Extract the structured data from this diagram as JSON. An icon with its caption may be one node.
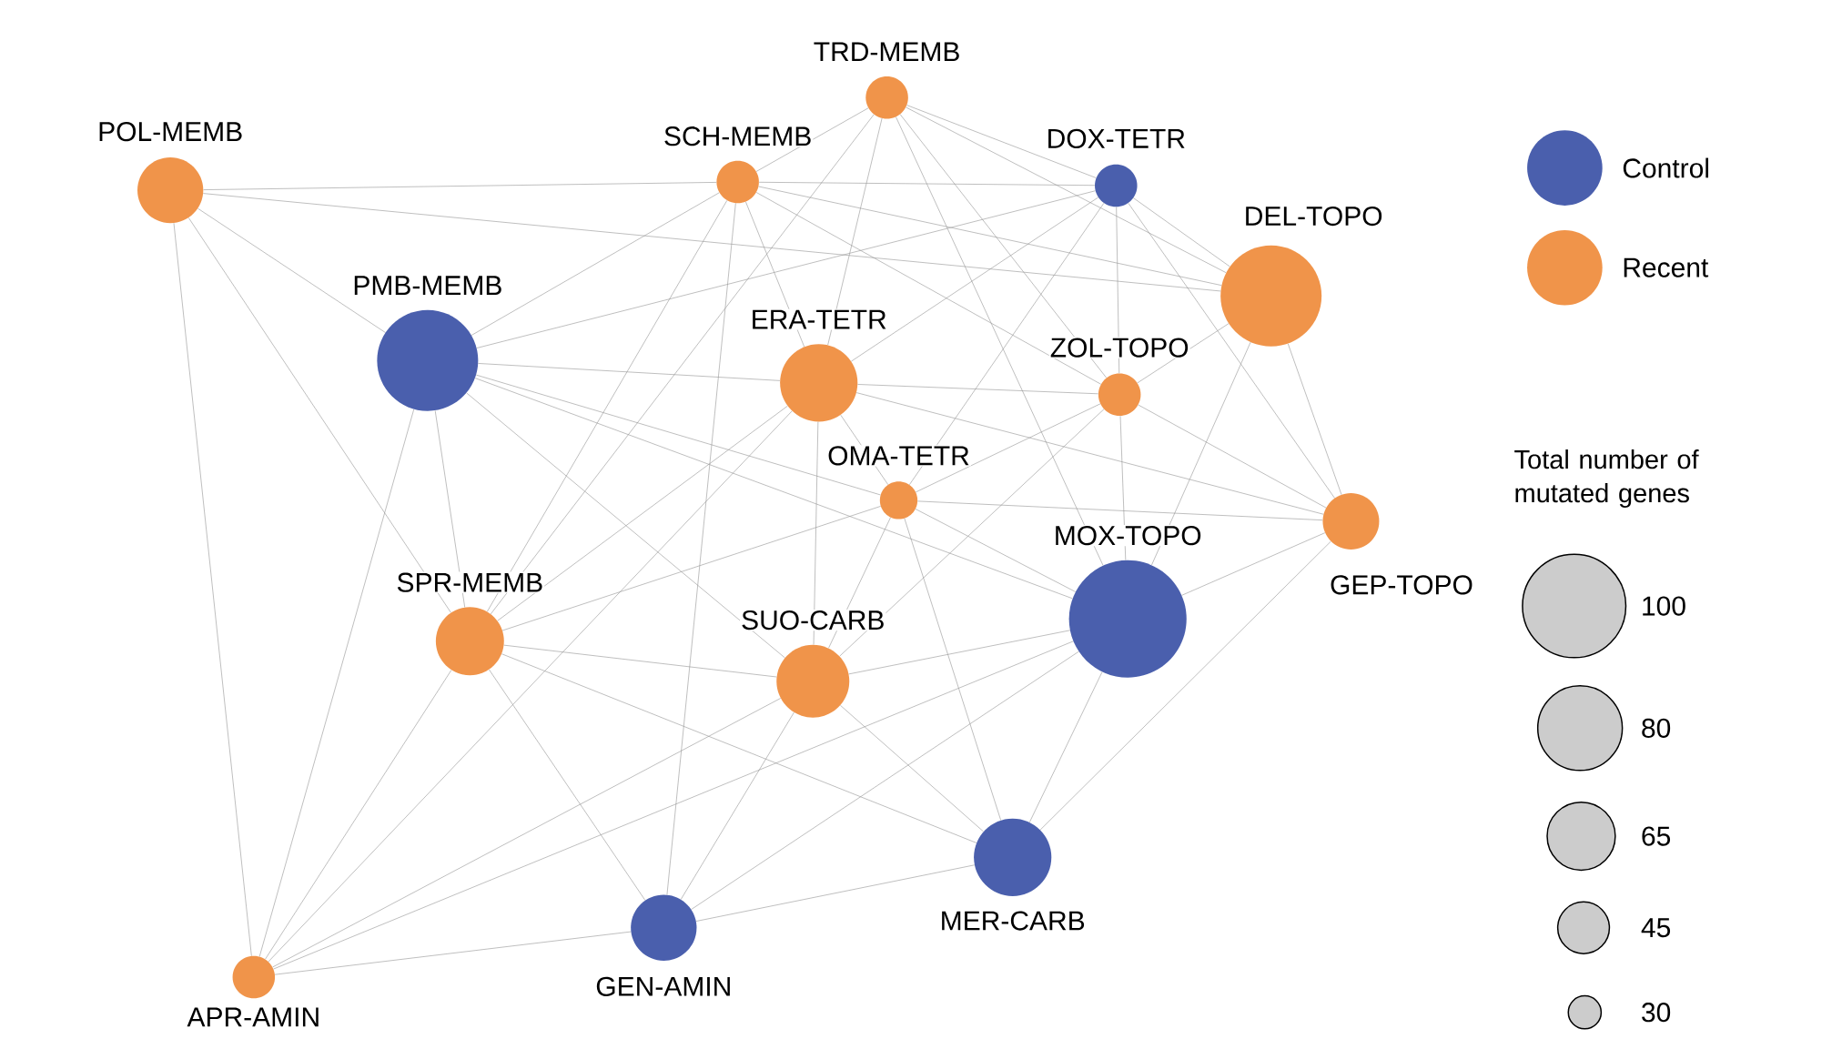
{
  "diagram": {
    "nodes": [
      {
        "text": [
          "TRD-MEMB"
        ]
      },
      {
        "text": [
          "POL-MEMB"
        ]
      },
      {
        "text": [
          "SCH-MEMB"
        ]
      },
      {
        "text": [
          "DOX-TETR"
        ]
      },
      {
        "text": [
          "DEL-TOPO"
        ]
      },
      {
        "text": [
          "PMB-MEMB"
        ]
      },
      {
        "text": [
          "ERA-TETR"
        ]
      },
      {
        "text": [
          "ZOL-TOPO"
        ]
      },
      {
        "text": [
          "OMA-TETR"
        ]
      },
      {
        "text": [
          "GEP-TOPO"
        ]
      },
      {
        "text": [
          "MOX-TOPO"
        ]
      },
      {
        "text": [
          "SPR-MEMB"
        ]
      },
      {
        "text": [
          "SUO-CARB"
        ]
      },
      {
        "text": [
          "MER-CARB"
        ]
      },
      {
        "text": [
          "GEN-AMIN"
        ]
      },
      {
        "text": [
          "APR-AMIN"
        ]
      }
    ],
    "edges": [
      {
        "from": 0,
        "to": 2,
        "arrow": "none"
      },
      {
        "from": 0,
        "to": 3,
        "arrow": "none"
      },
      {
        "from": 0,
        "to": 4,
        "arrow": "none"
      },
      {
        "from": 0,
        "to": 6,
        "arrow": "none"
      },
      {
        "from": 0,
        "to": 7,
        "arrow": "none"
      },
      {
        "from": 0,
        "to": 10,
        "arrow": "none"
      },
      {
        "from": 0,
        "to": 11,
        "arrow": "none"
      },
      {
        "from": 1,
        "to": 2,
        "arrow": "none"
      },
      {
        "from": 1,
        "to": 4,
        "arrow": "none"
      },
      {
        "from": 1,
        "to": 5,
        "arrow": "none"
      },
      {
        "from": 1,
        "to": 11,
        "arrow": "none"
      },
      {
        "from": 1,
        "to": 15,
        "arrow": "none"
      },
      {
        "from": 2,
        "to": 3,
        "arrow": "none"
      },
      {
        "from": 2,
        "to": 4,
        "arrow": "none"
      },
      {
        "from": 2,
        "to": 5,
        "arrow": "none"
      },
      {
        "from": 2,
        "to": 6,
        "arrow": "none"
      },
      {
        "from": 2,
        "to": 7,
        "arrow": "none"
      },
      {
        "from": 2,
        "to": 11,
        "arrow": "none"
      },
      {
        "from": 2,
        "to": 14,
        "arrow": "none"
      },
      {
        "from": 3,
        "to": 4,
        "arrow": "none"
      },
      {
        "from": 3,
        "to": 5,
        "arrow": "none"
      },
      {
        "from": 3,
        "to": 6,
        "arrow": "none"
      },
      {
        "from": 3,
        "to": 7,
        "arrow": "none"
      },
      {
        "from": 3,
        "to": 8,
        "arrow": "none"
      },
      {
        "from": 3,
        "to": 9,
        "arrow": "none"
      },
      {
        "from": 4,
        "to": 7,
        "arrow": "none"
      },
      {
        "from": 4,
        "to": 9,
        "arrow": "none"
      },
      {
        "from": 4,
        "to": 10,
        "arrow": "none"
      },
      {
        "from": 5,
        "to": 6,
        "arrow": "none"
      },
      {
        "from": 5,
        "to": 8,
        "arrow": "none"
      },
      {
        "from": 5,
        "to": 10,
        "arrow": "none"
      },
      {
        "from": 5,
        "to": 11,
        "arrow": "none"
      },
      {
        "from": 5,
        "to": 12,
        "arrow": "none"
      },
      {
        "from": 5,
        "to": 15,
        "arrow": "none"
      },
      {
        "from": 6,
        "to": 7,
        "arrow": "none"
      },
      {
        "from": 6,
        "to": 8,
        "arrow": "none"
      },
      {
        "from": 6,
        "to": 9,
        "arrow": "none"
      },
      {
        "from": 6,
        "to": 11,
        "arrow": "none"
      },
      {
        "from": 6,
        "to": 12,
        "arrow": "none"
      },
      {
        "from": 6,
        "to": 15,
        "arrow": "none"
      },
      {
        "from": 7,
        "to": 8,
        "arrow": "none"
      },
      {
        "from": 7,
        "to": 9,
        "arrow": "none"
      },
      {
        "from": 7,
        "to": 10,
        "arrow": "none"
      },
      {
        "from": 7,
        "to": 12,
        "arrow": "none"
      },
      {
        "from": 8,
        "to": 9,
        "arrow": "none"
      },
      {
        "from": 8,
        "to": 10,
        "arrow": "none"
      },
      {
        "from": 8,
        "to": 11,
        "arrow": "none"
      },
      {
        "from": 8,
        "to": 12,
        "arrow": "none"
      },
      {
        "from": 8,
        "to": 13,
        "arrow": "none"
      },
      {
        "from": 9,
        "to": 10,
        "arrow": "none"
      },
      {
        "from": 9,
        "to": 13,
        "arrow": "none"
      },
      {
        "from": 10,
        "to": 12,
        "arrow": "none"
      },
      {
        "from": 10,
        "to": 13,
        "arrow": "none"
      },
      {
        "from": 10,
        "to": 14,
        "arrow": "none"
      },
      {
        "from": 10,
        "to": 15,
        "arrow": "none"
      },
      {
        "from": 11,
        "to": 12,
        "arrow": "none"
      },
      {
        "from": 11,
        "to": 13,
        "arrow": "none"
      },
      {
        "from": 11,
        "to": 14,
        "arrow": "none"
      },
      {
        "from": 11,
        "to": 15,
        "arrow": "none"
      },
      {
        "from": 12,
        "to": 13,
        "arrow": "none"
      },
      {
        "from": 12,
        "to": 14,
        "arrow": "none"
      },
      {
        "from": 12,
        "to": 15,
        "arrow": "none"
      },
      {
        "from": 13,
        "to": 14,
        "arrow": "none"
      },
      {
        "from": 14,
        "to": 15,
        "arrow": "none"
      }
    ],
    "labels": [
      "Total number of mutated genes"
    ],
    "legend": [
      {
        "text": "Control",
        "color": "#4a5fad"
      },
      {
        "text": "Recent",
        "color": "#f0944a"
      },
      {
        "text": "100"
      },
      {
        "text": "80"
      },
      {
        "text": "65"
      },
      {
        "text": "45"
      },
      {
        "text": "30"
      }
    ]
  }
}
